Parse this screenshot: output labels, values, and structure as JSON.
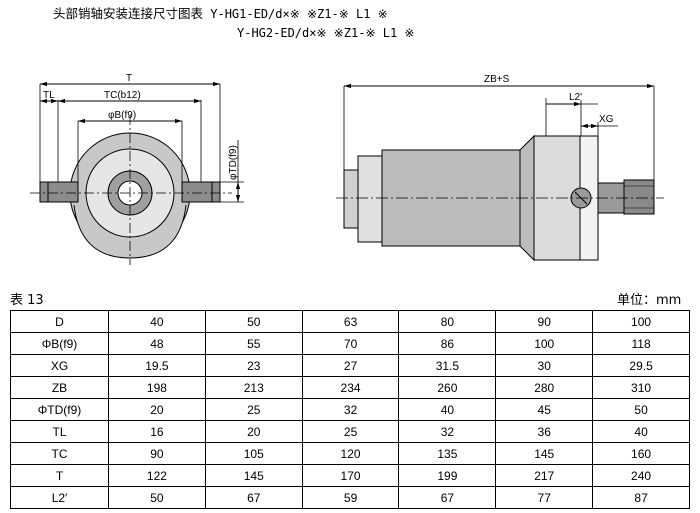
{
  "title": {
    "line1_text": "头部销轴安装连接尺寸图表",
    "line1_code": " Y-HG1-ED/d×※ ※Z1-※ L1 ※",
    "line2": "Y-HG2-ED/d×※ ※Z1-※ L1 ※"
  },
  "drawing": {
    "front_labels": {
      "t": "T",
      "tl": "TL",
      "tc": "TC(b12)",
      "b": "φB(f9)",
      "td": "φTD(f9)"
    },
    "side_labels": {
      "zb": "ZB+S",
      "l2": "L2'",
      "xg": "XG"
    }
  },
  "table_label": "表 13",
  "unit_label": "单位：mm",
  "table": {
    "rows": [
      {
        "label": "D",
        "values": [
          "40",
          "50",
          "63",
          "80",
          "90",
          "100"
        ]
      },
      {
        "label": "ΦB(f9)",
        "values": [
          "48",
          "55",
          "70",
          "86",
          "100",
          "118"
        ]
      },
      {
        "label": "XG",
        "values": [
          "19.5",
          "23",
          "27",
          "31.5",
          "30",
          "29.5"
        ]
      },
      {
        "label": "ZB",
        "values": [
          "198",
          "213",
          "234",
          "260",
          "280",
          "310"
        ]
      },
      {
        "label": "ΦTD(f9)",
        "values": [
          "20",
          "25",
          "32",
          "40",
          "45",
          "50"
        ]
      },
      {
        "label": "TL",
        "values": [
          "16",
          "20",
          "25",
          "32",
          "36",
          "40"
        ]
      },
      {
        "label": "TC",
        "values": [
          "90",
          "105",
          "120",
          "135",
          "145",
          "160"
        ]
      },
      {
        "label": "T",
        "values": [
          "122",
          "145",
          "170",
          "199",
          "217",
          "240"
        ]
      },
      {
        "label": "L2′",
        "values": [
          "50",
          "67",
          "59",
          "67",
          "77",
          "87"
        ]
      }
    ]
  }
}
